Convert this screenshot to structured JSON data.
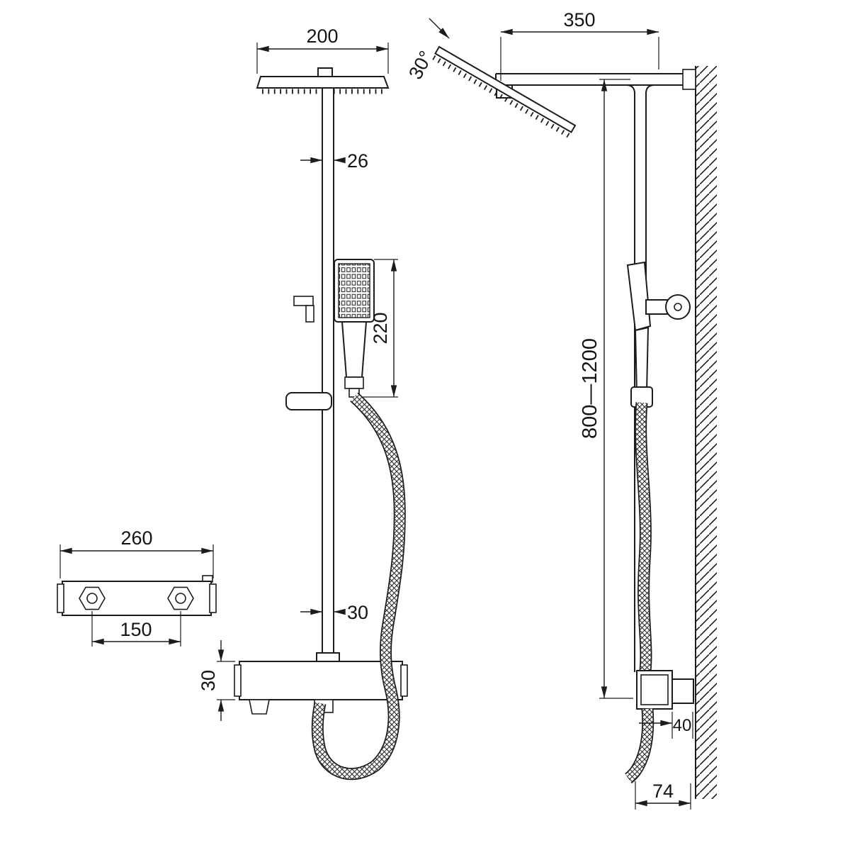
{
  "drawing": {
    "type": "technical-dimension-drawing",
    "subject": "thermostatic shower column with square rain head, hand shower and wall mixer valve",
    "line_color": "#1c1c1c",
    "background": "#ffffff"
  },
  "dims": {
    "head_width": "200",
    "pipe": "26",
    "hand_shower": "220",
    "pipe_lower": "30",
    "valve_height": "30",
    "valve_width": "260",
    "inlet_spacing": "150",
    "arm_length": "350",
    "tilt": "30°",
    "height_range": "800—1200",
    "wall_offset": "40",
    "bottom_clearance": "74"
  }
}
